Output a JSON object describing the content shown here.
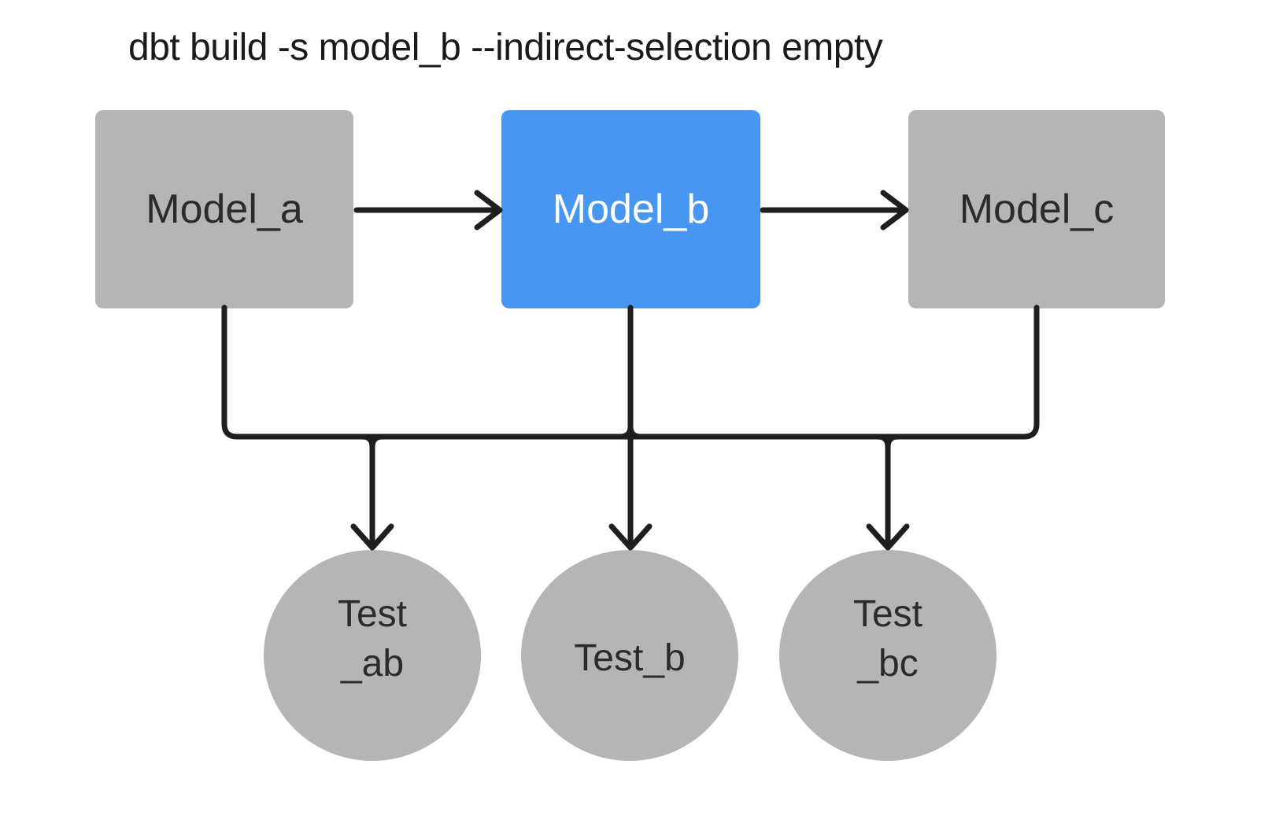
{
  "title": "dbt build -s model_b --indirect-selection empty",
  "colors": {
    "selected_node": "#4797f2",
    "unselected_node": "#b5b5b5",
    "edge": "#1e1e1e",
    "background": "#ffffff",
    "title_text": "#1a1a1a",
    "node_text_dark": "#2b2b2b",
    "node_text_light": "#ffffff"
  },
  "nodes": {
    "model_a": {
      "label": "Model_a",
      "kind": "model",
      "state": "unselected"
    },
    "model_b": {
      "label": "Model_b",
      "kind": "model",
      "state": "selected"
    },
    "model_c": {
      "label": "Model_c",
      "kind": "model",
      "state": "unselected"
    },
    "test_ab": {
      "line1": "Test",
      "line2": "_ab",
      "kind": "test",
      "state": "unselected"
    },
    "test_b": {
      "line1": "Test_b",
      "line2": "",
      "kind": "test",
      "state": "unselected"
    },
    "test_bc": {
      "line1": "Test",
      "line2": "_bc",
      "kind": "test",
      "state": "unselected"
    }
  },
  "edges": [
    {
      "from": "Model_a",
      "to": "Model_b"
    },
    {
      "from": "Model_b",
      "to": "Model_c"
    },
    {
      "from": "Model_a",
      "to": "Test_ab"
    },
    {
      "from": "Model_b",
      "to": "Test_ab"
    },
    {
      "from": "Model_b",
      "to": "Test_b"
    },
    {
      "from": "Model_b",
      "to": "Test_bc"
    },
    {
      "from": "Model_c",
      "to": "Test_bc"
    }
  ]
}
